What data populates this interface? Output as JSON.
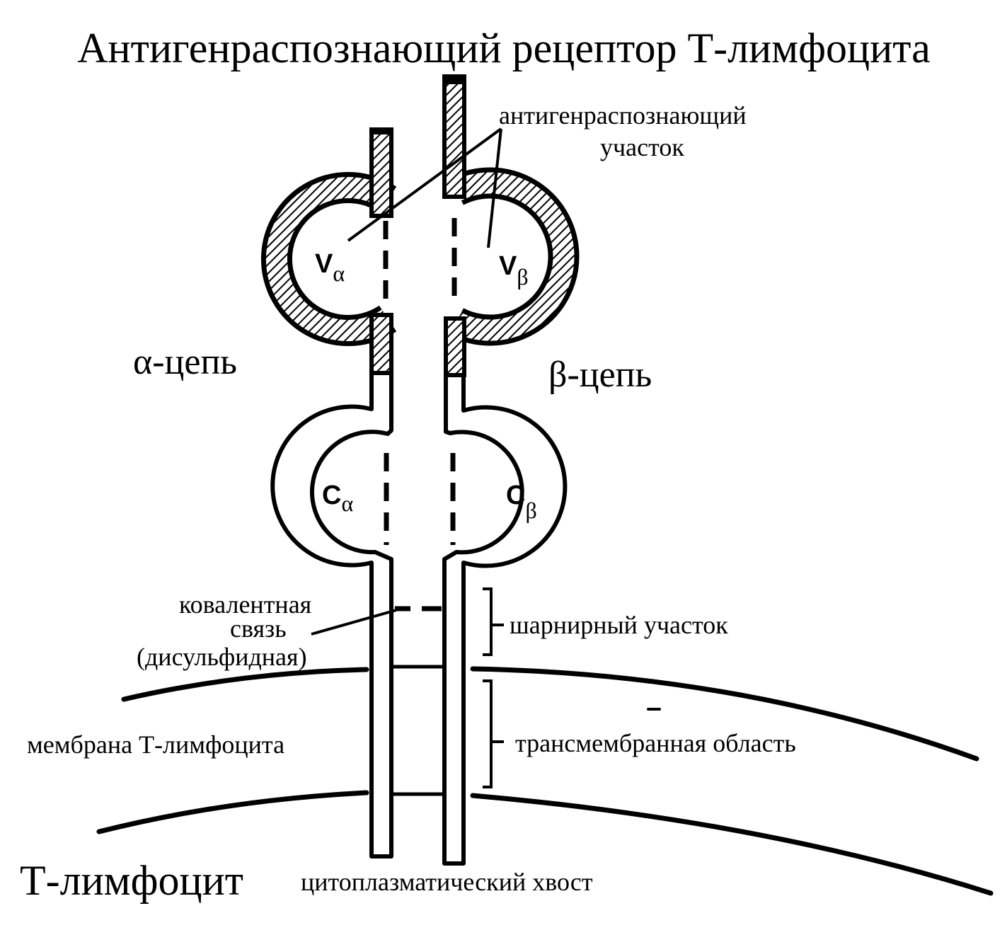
{
  "title": "Антигенраспознающий рецептор Т-лимфоцита",
  "labels": {
    "antigen_site_line1": "антигенраспознающий",
    "antigen_site_line2": "участок",
    "alpha_chain": "α-цепь",
    "beta_chain": "β-цепь",
    "covalent_line1": "ковалентная",
    "covalent_line2": "связь",
    "covalent_line3": "(дисульфидная)",
    "hinge": "шарнирный участок",
    "membrane": "мембрана Т-лимфоцита",
    "transmembrane": "трансмембранная область",
    "cell": "Т-лимфоцит",
    "tail": "цитоплазматический хвост"
  },
  "domains": {
    "v_alpha_main": "V",
    "v_alpha_sub": "α",
    "v_beta_main": "V",
    "v_beta_sub": "β",
    "c_alpha_main": "C",
    "c_alpha_sub": "α",
    "c_beta_main": "C",
    "c_beta_sub": "β"
  },
  "colors": {
    "ink": "#000000",
    "paper": "#ffffff"
  }
}
